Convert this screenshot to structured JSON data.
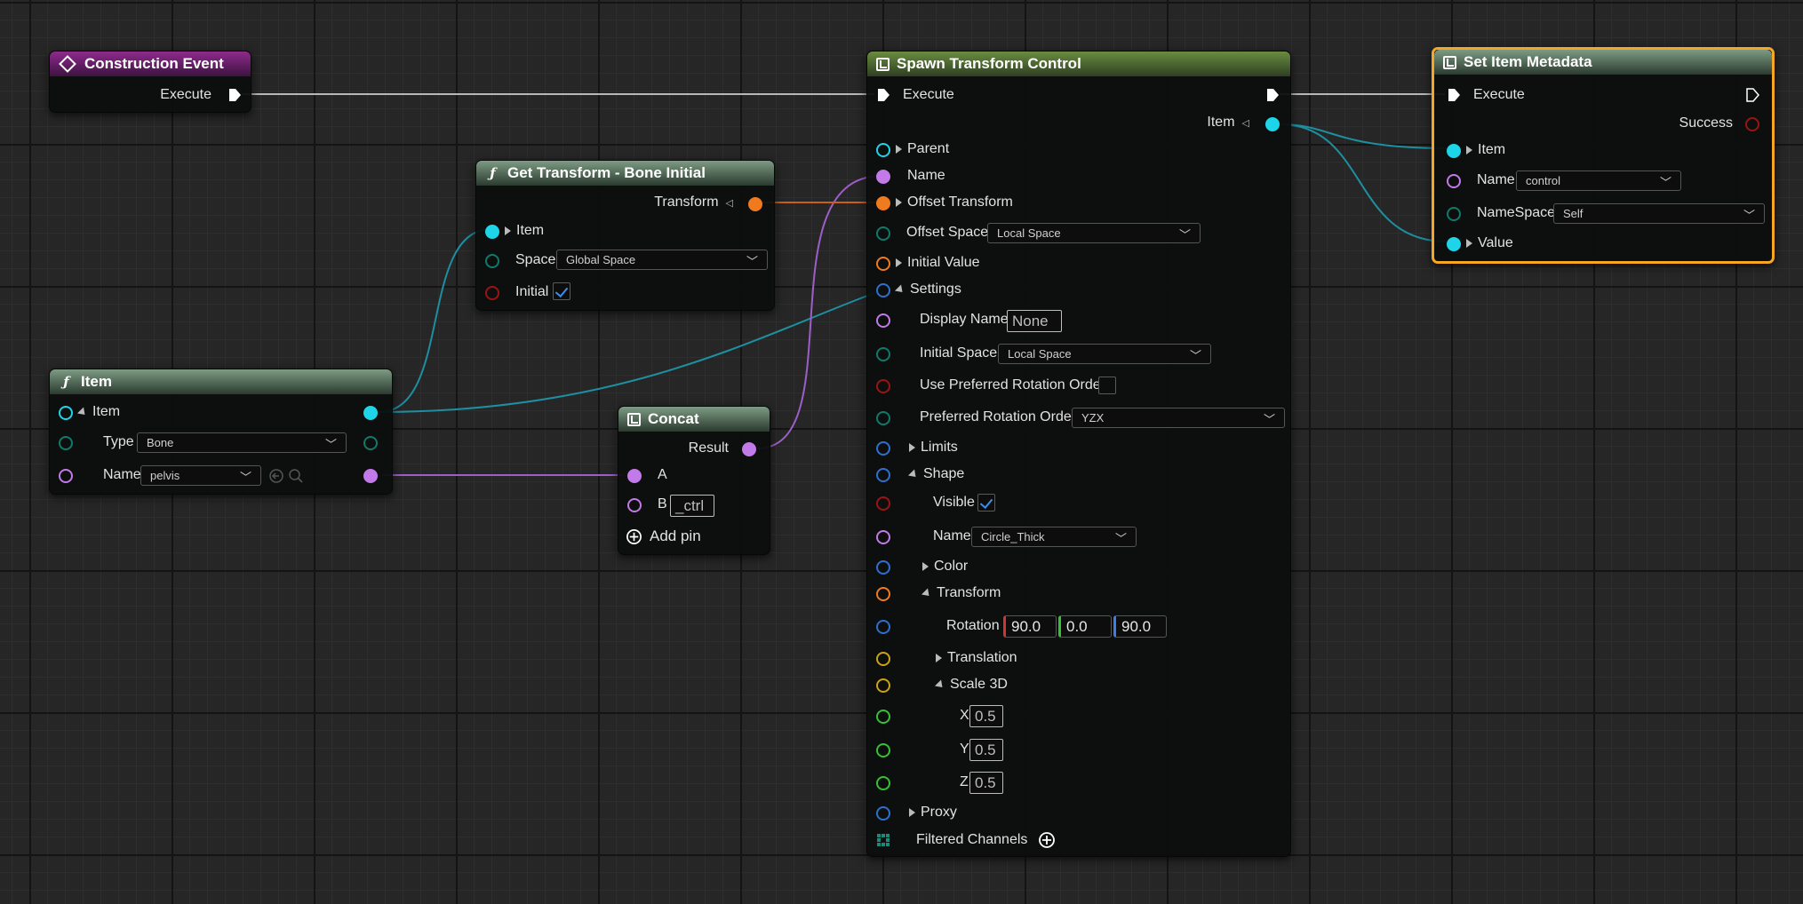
{
  "nodes": {
    "construction_event": {
      "title": "Construction Event",
      "execute_label": "Execute"
    },
    "get_transform": {
      "title": "Get Transform - Bone Initial",
      "transform_label": "Transform",
      "item_label": "Item",
      "space_label": "Space",
      "space_value": "Global Space",
      "initial_label": "Initial",
      "initial_checked": true
    },
    "item": {
      "title": "Item",
      "item_label": "Item",
      "type_label": "Type",
      "type_value": "Bone",
      "name_label": "Name",
      "name_value": "pelvis"
    },
    "concat": {
      "title": "Concat",
      "result_label": "Result",
      "a_label": "A",
      "b_label": "B",
      "b_value": "_ctrl",
      "add_pin_label": "Add pin"
    },
    "spawn_transform_control": {
      "title": "Spawn Transform Control",
      "execute_label": "Execute",
      "item_out_label": "Item",
      "parent_label": "Parent",
      "name_label": "Name",
      "offset_transform_label": "Offset Transform",
      "offset_space_label": "Offset Space",
      "offset_space_value": "Local Space",
      "initial_value_label": "Initial Value",
      "settings_label": "Settings",
      "display_name_label": "Display Name",
      "display_name_value": "None",
      "initial_space_label": "Initial Space",
      "initial_space_value": "Local Space",
      "use_pref_rot_label": "Use Preferred Rotation Order",
      "use_pref_rot_checked": false,
      "pref_rot_label": "Preferred Rotation Order",
      "pref_rot_value": "YZX",
      "limits_label": "Limits",
      "shape_label": "Shape",
      "visible_label": "Visible",
      "visible_checked": true,
      "shape_name_label": "Name",
      "shape_name_value": "Circle_Thick",
      "color_label": "Color",
      "transform_label": "Transform",
      "rotation_label": "Rotation",
      "rotation_x": "90.0",
      "rotation_y": "0.0",
      "rotation_z": "90.0",
      "translation_label": "Translation",
      "scale_label": "Scale 3D",
      "scale_x_label": "X",
      "scale_x": "0.5",
      "scale_y_label": "Y",
      "scale_y": "0.5",
      "scale_z_label": "Z",
      "scale_z": "0.5",
      "proxy_label": "Proxy",
      "filtered_channels_label": "Filtered Channels"
    },
    "set_item_metadata": {
      "title": "Set Item Metadata",
      "execute_label": "Execute",
      "success_label": "Success",
      "item_label": "Item",
      "name_label": "Name",
      "name_value": "control",
      "namespace_label": "NameSpace",
      "namespace_value": "Self",
      "value_label": "Value"
    }
  },
  "colors": {
    "exec": "#ffffff",
    "item_pin": "#1ed4e8",
    "name_pin": "#c27ae8",
    "transform_pin": "#f07a1e",
    "struct_pin": "#2f6fd0",
    "enum_pin": "#0f7a6a",
    "bool_pin": "#9a1414",
    "vector_pin": "#c9a416",
    "float_pin": "#34c234",
    "selection": "#f5a623",
    "wire_exec": "#bdbdbd",
    "wire_item": "#1d8fa0",
    "wire_name": "#9c5fc8",
    "wire_transform": "#c8601a"
  }
}
